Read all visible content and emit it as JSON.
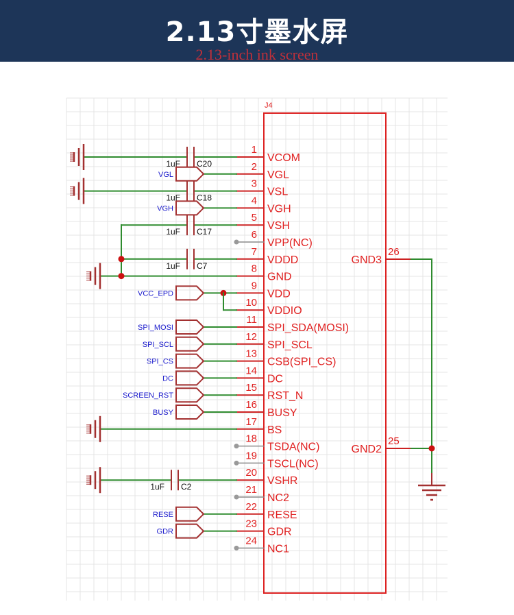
{
  "header": {
    "title": "2.13寸墨水屏",
    "subtitle": "2.13-inch ink screen"
  },
  "colors": {
    "banner": "#1d3558",
    "wire": "#2e8b2e",
    "symbol": "#a33030",
    "pin_text": "#e02020",
    "net_label": "#1a1acc",
    "grid": "#e4e4e4"
  },
  "connector": {
    "designator": "J4",
    "right_pins": [
      {
        "num": "26",
        "name": "GND3"
      },
      {
        "num": "25",
        "name": "GND2"
      }
    ]
  },
  "pins": [
    {
      "num": "1",
      "name": "VCOM",
      "conn": "cap_gnd",
      "cap": "C20",
      "value": "1uF"
    },
    {
      "num": "2",
      "name": "VGL",
      "conn": "net",
      "net": "VGL"
    },
    {
      "num": "3",
      "name": "VSL",
      "conn": "cap_gnd",
      "cap": "C18",
      "value": "1uF"
    },
    {
      "num": "4",
      "name": "VGH",
      "conn": "net",
      "net": "VGH"
    },
    {
      "num": "5",
      "name": "VSH",
      "conn": "cap_node",
      "cap": "C17",
      "value": "1uF"
    },
    {
      "num": "6",
      "name": "VPP(NC)",
      "conn": "nc"
    },
    {
      "num": "7",
      "name": "VDDD",
      "conn": "cap_node",
      "cap": "C7",
      "value": "1uF"
    },
    {
      "num": "8",
      "name": "GND",
      "conn": "gnd_node"
    },
    {
      "num": "9",
      "name": "VDD",
      "conn": "net_junction",
      "net": "VCC_EPD"
    },
    {
      "num": "10",
      "name": "VDDIO",
      "conn": "tie"
    },
    {
      "num": "11",
      "name": "SPI_SDA(MOSI)",
      "conn": "net",
      "net": "SPI_MOSI"
    },
    {
      "num": "12",
      "name": "SPI_SCL",
      "conn": "net",
      "net": "SPI_SCL"
    },
    {
      "num": "13",
      "name": "CSB(SPI_CS)",
      "conn": "net",
      "net": "SPI_CS"
    },
    {
      "num": "14",
      "name": "DC",
      "conn": "net",
      "net": "DC"
    },
    {
      "num": "15",
      "name": "RST_N",
      "conn": "net",
      "net": "SCREEN_RST"
    },
    {
      "num": "16",
      "name": "BUSY",
      "conn": "net",
      "net": "BUSY"
    },
    {
      "num": "17",
      "name": "BS",
      "conn": "gnd"
    },
    {
      "num": "18",
      "name": "TSDA(NC)",
      "conn": "nc"
    },
    {
      "num": "19",
      "name": "TSCL(NC)",
      "conn": "nc"
    },
    {
      "num": "20",
      "name": "VSHR",
      "conn": "cap_gnd",
      "cap": "C2",
      "value": "1uF"
    },
    {
      "num": "21",
      "name": "NC2",
      "conn": "nc"
    },
    {
      "num": "22",
      "name": "RESE",
      "conn": "net",
      "net": "RESE"
    },
    {
      "num": "23",
      "name": "GDR",
      "conn": "net",
      "net": "GDR"
    },
    {
      "num": "24",
      "name": "NC1",
      "conn": "nc"
    }
  ]
}
